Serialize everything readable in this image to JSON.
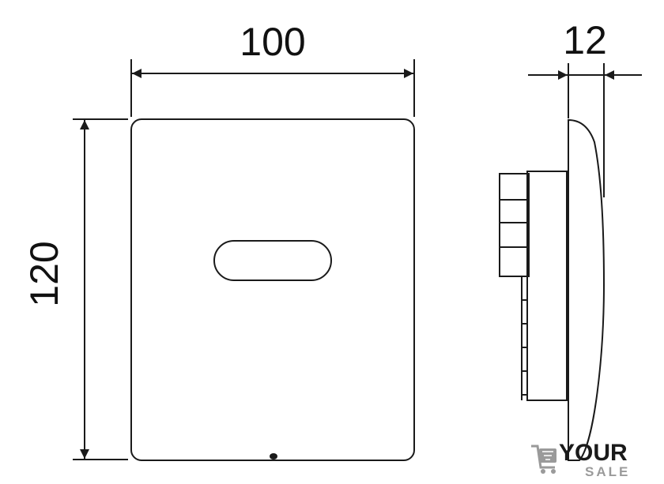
{
  "dimensions": {
    "width": "100",
    "height": "120",
    "depth": "12"
  },
  "watermark": {
    "line1": "YOUR",
    "line2": "SALE"
  },
  "colors": {
    "line": "#1a1a1a",
    "background": "#ffffff",
    "watermark_gray": "#9a9a9a"
  }
}
